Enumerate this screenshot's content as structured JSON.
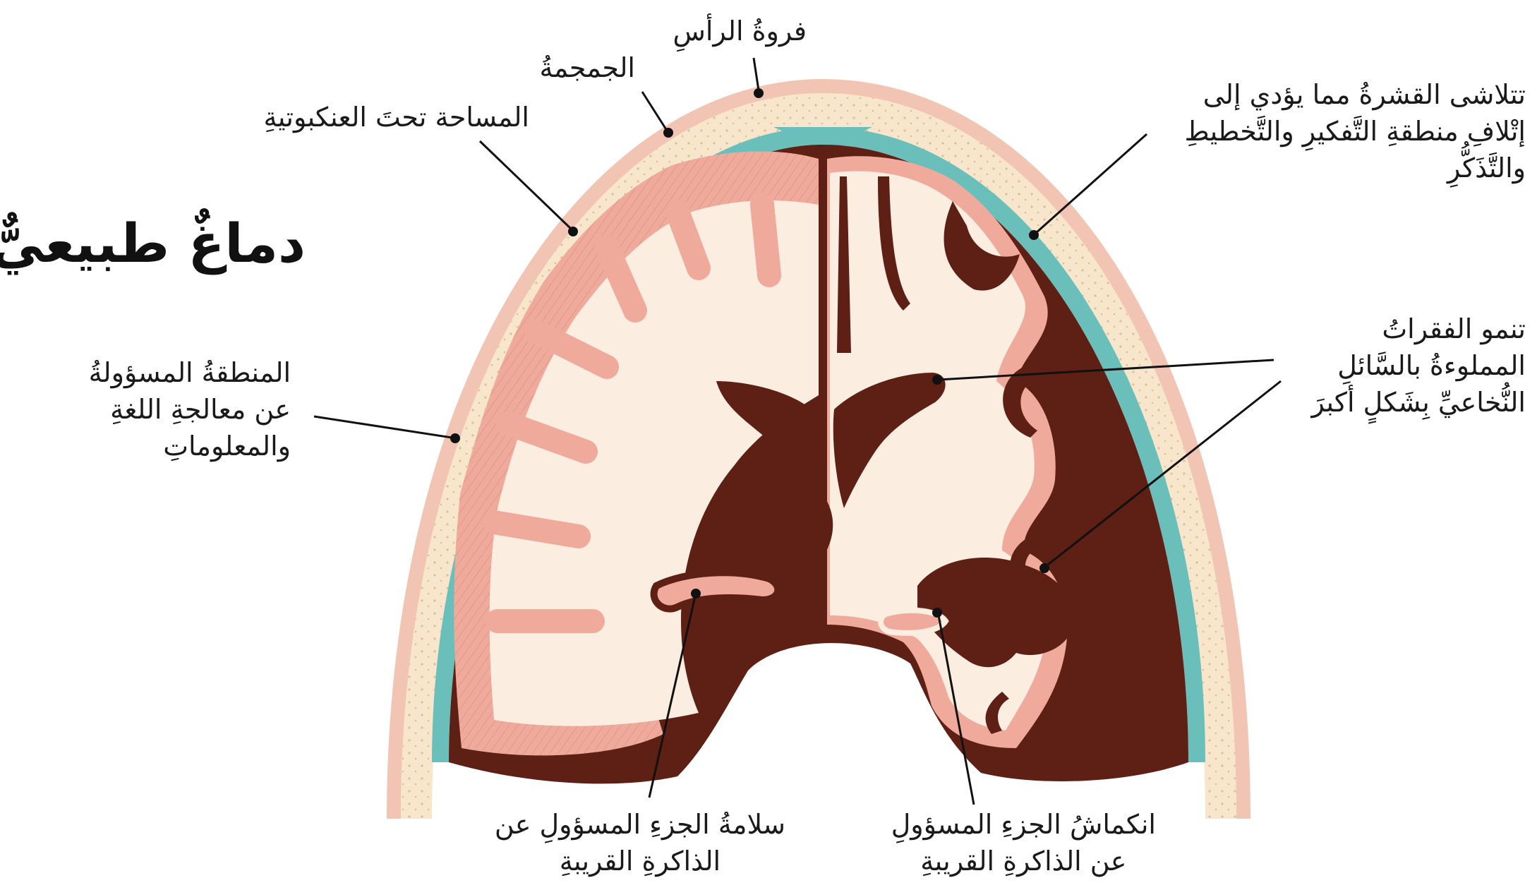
{
  "title": "دماغٌ طبيعيٌّ",
  "labels": {
    "scalp": "فروةُ الرأسِ",
    "skull": "الجمجمةُ",
    "subarachnoid": "المساحة تحتَ العنكبوتيةِ",
    "cortex": [
      "تتلاشى القشرةُ مما يؤدي إلى",
      "إتْلافِ منطقةِ التَّفكيرِ والتَّخطيطِ",
      "والتَّذَكُّرِ"
    ],
    "language": [
      "المنطقةُ المسؤولةُ",
      "عن معالجةِ اللغةِ",
      "والمعلوماتِ"
    ],
    "ventricles": [
      "تنمو الفقراتُ",
      "المملوءةُ بالسَّائلِ",
      "النُّخاعيِّ بِشَكلٍ أكبرَ"
    ],
    "memory_healthy": [
      "سلامةُ الجزءِ المسؤولِ عن",
      "الذاكرةِ القريبةِ"
    ],
    "memory_shrunk": [
      "انكماشُ الجزءِ المسؤولِ",
      "عن الذاكرةِ القريبةِ"
    ]
  },
  "colors": {
    "scalp": "#f2c4b4",
    "skull": "#f7e6cc",
    "skull_dots": "#dcbf94",
    "meninges": "#6bbfba",
    "csf_dark": "#5e1f14",
    "grey_matter": "#efaa9c",
    "grey_lines": "#c77c6e",
    "white_matter": "#fbeddf",
    "leader": "#111111"
  }
}
